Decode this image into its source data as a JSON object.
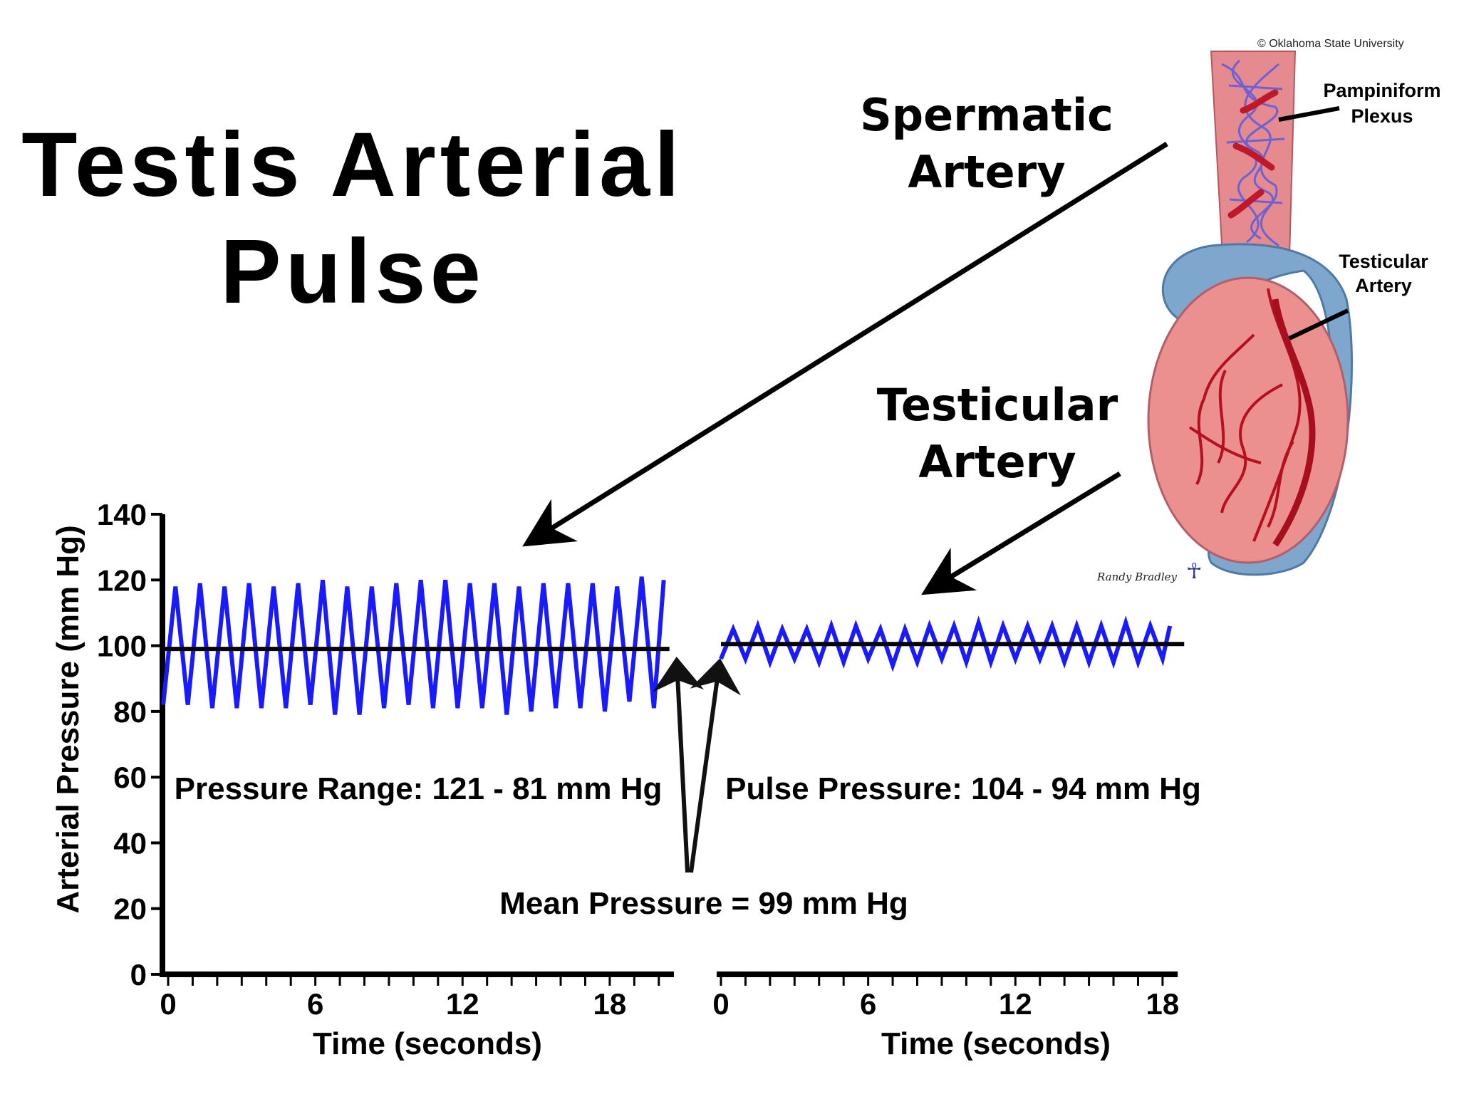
{
  "title_line1": "Testis Arterial",
  "title_line2": "Pulse",
  "labels": {
    "spermatic_1": "Spermatic",
    "spermatic_2": "Artery",
    "testicular_1": "Testicular",
    "testicular_2": "Artery",
    "pampiniform_1": "Pampiniform",
    "pampiniform_2": "Plexus",
    "anat_testicular_1": "Testicular",
    "anat_testicular_2": "Artery",
    "copyright": "© Oklahoma State University",
    "signature": "Randy Bradley"
  },
  "annotations": {
    "pressure_range": "Pressure Range: 121 - 81 mm Hg",
    "pulse_pressure": "Pulse Pressure: 104 - 94 mm Hg",
    "mean_pressure": "Mean Pressure = 99 mm Hg"
  },
  "colors": {
    "series": "#1a1aff",
    "mean_line": "#000000",
    "axis": "#000000"
  },
  "chart_data": [
    {
      "type": "line",
      "ylabel": "Arterial Pressure (mm Hg)",
      "xlabel": "Time (seconds)",
      "xlim": [
        0,
        20.5
      ],
      "ylim": [
        0,
        140
      ],
      "x_ticks": [
        0,
        6,
        12,
        18
      ],
      "y_ticks": [
        0,
        20,
        40,
        60,
        80,
        100,
        120,
        140
      ],
      "mean": 99,
      "series": [
        {
          "x": [
            -0.2,
            0.3,
            0.8,
            1.3,
            1.8,
            2.3,
            2.8,
            3.3,
            3.8,
            4.3,
            4.8,
            5.3,
            5.8,
            6.3,
            6.8,
            7.3,
            7.8,
            8.3,
            8.8,
            9.3,
            9.8,
            10.3,
            10.8,
            11.3,
            11.8,
            12.3,
            12.8,
            13.3,
            13.8,
            14.3,
            14.8,
            15.3,
            15.8,
            16.3,
            16.8,
            17.3,
            17.8,
            18.3,
            18.8,
            19.3,
            19.8,
            20.2
          ],
          "y": [
            82,
            118,
            82,
            119,
            81,
            118,
            81,
            119,
            81,
            118,
            81,
            119,
            82,
            120,
            79,
            118,
            79,
            118,
            81,
            119,
            82,
            120,
            81,
            120,
            81,
            119,
            81,
            119,
            79,
            118,
            80,
            119,
            81,
            119,
            81,
            119,
            80,
            118,
            83,
            121,
            81,
            120
          ]
        }
      ]
    },
    {
      "type": "line",
      "xlabel": "Time (seconds)",
      "xlim": [
        0,
        18.5
      ],
      "x_ticks": [
        0,
        6,
        12,
        18
      ],
      "mean": 100.5,
      "series": [
        {
          "x": [
            0,
            0.5,
            1.0,
            1.5,
            2.0,
            2.5,
            3.0,
            3.5,
            4.0,
            4.5,
            5.0,
            5.5,
            6.0,
            6.5,
            7.0,
            7.5,
            8.0,
            8.5,
            9.0,
            9.5,
            10.0,
            10.5,
            11.0,
            11.5,
            12.0,
            12.5,
            13.0,
            13.5,
            14.0,
            14.5,
            15.0,
            15.5,
            16.0,
            16.5,
            17.0,
            17.5,
            18.0,
            18.3
          ],
          "y": [
            96,
            105,
            96,
            106,
            95,
            105,
            96,
            105,
            95,
            106,
            95,
            106,
            96,
            105,
            94,
            105,
            95,
            106,
            96,
            106,
            95,
            107,
            95,
            106,
            96,
            106,
            96,
            106,
            95,
            106,
            95,
            106,
            95,
            107,
            95,
            106,
            96,
            106
          ]
        }
      ]
    }
  ]
}
